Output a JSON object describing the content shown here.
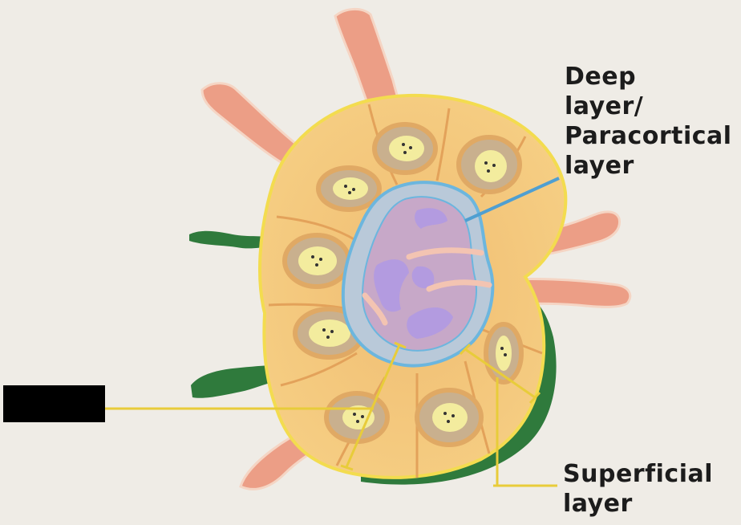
{
  "labels": {
    "deep_layer": [
      "Deep",
      "layer/",
      "Paracortical",
      "layer"
    ],
    "superficial_layer": [
      "Superficial",
      "layer"
    ]
  },
  "colors": {
    "background": "#efece6",
    "capsule_outline": "#f3dc4f",
    "cortex_fill": "#f6c979",
    "lobule_inner": "#f0b765",
    "germinal_center": "#f3ec9e",
    "paracortex_outline": "#6cb6de",
    "paracortex_fill": "#b9c9d9",
    "medulla": "#c7a8c8",
    "medullary_cords": "#b39be0",
    "lymph_vessels": "#ec9e86",
    "blood_vessel": "#2f7a3c",
    "leader_lines": "#e8cc3a"
  },
  "icons": [
    "lymph-node-illustration"
  ]
}
